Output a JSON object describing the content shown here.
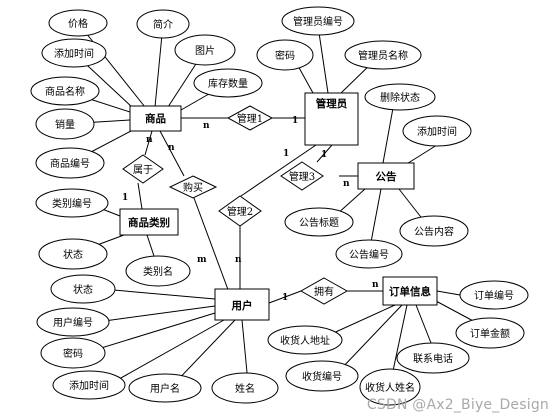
{
  "entities": {
    "product": "商品",
    "admin": "管理员",
    "notice": "公告",
    "category": "商品类别",
    "user": "用户",
    "order": "订单信息"
  },
  "relationships": {
    "manage1": "管理1",
    "manage2": "管理2",
    "manage3": "管理3",
    "belongs": "属于",
    "buy": "购买",
    "own": "拥有"
  },
  "attributes": {
    "product": [
      "价格",
      "简介",
      "添加时间",
      "图片",
      "商品名称",
      "库存数量",
      "销量",
      "商品编号"
    ],
    "admin": [
      "管理员编号",
      "密码",
      "管理员名称"
    ],
    "notice": [
      "删除状态",
      "添加时间",
      "公告标题",
      "公告内容",
      "公告编号"
    ],
    "category": [
      "类别编号",
      "状态",
      "类别名"
    ],
    "user": [
      "状态",
      "用户编号",
      "密码",
      "添加时间",
      "用户名",
      "姓名"
    ],
    "order": [
      "订单编号",
      "收货人地址",
      "订单金额",
      "收货编号",
      "收货人姓名",
      "联系电话"
    ]
  },
  "cardinalities": {
    "manage1_product": "n",
    "manage1_admin": "1",
    "manage2_admin": "1",
    "manage2_user": "n",
    "manage3_admin": "1",
    "manage3_notice": "n",
    "belongs_product": "n",
    "belongs_category": "1",
    "buy_product": "n",
    "buy_user": "m",
    "own_user": "1",
    "own_order": "n"
  },
  "watermark": "CSDN @Ax2_Biye_Design"
}
